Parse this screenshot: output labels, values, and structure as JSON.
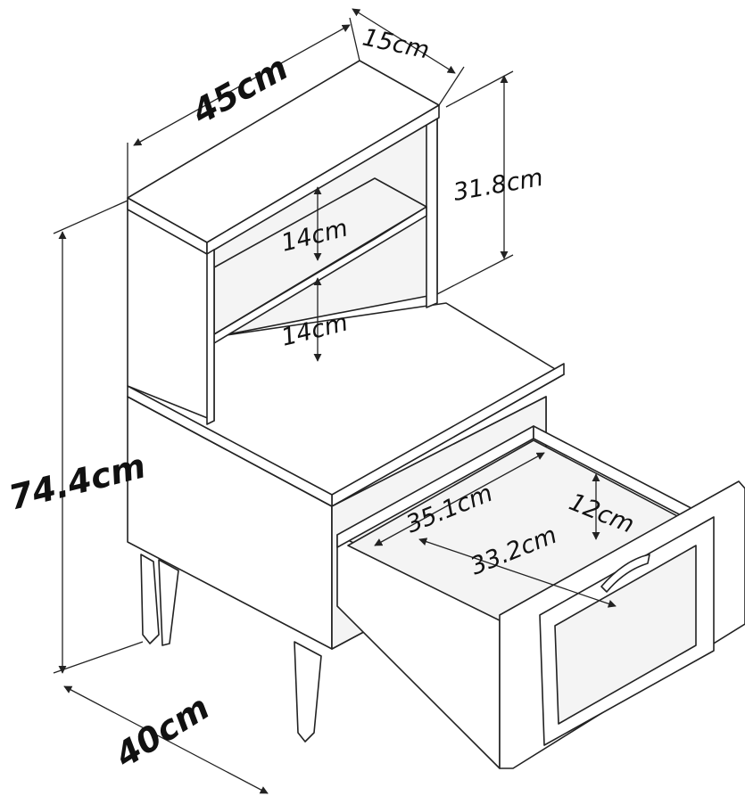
{
  "colors": {
    "line": "#222222",
    "panel": "#ffffff",
    "shade": "#f4f4f4"
  },
  "dimensions": {
    "width": "45cm",
    "depth_top": "15cm",
    "hutch_height": "31.8cm",
    "shelf_upper": "14cm",
    "shelf_lower": "14cm",
    "total_height": "74.4cm",
    "depth": "40cm",
    "drawer_inner_width": "35.1cm",
    "drawer_inner_depth": "33.2cm",
    "drawer_height": "12cm"
  }
}
